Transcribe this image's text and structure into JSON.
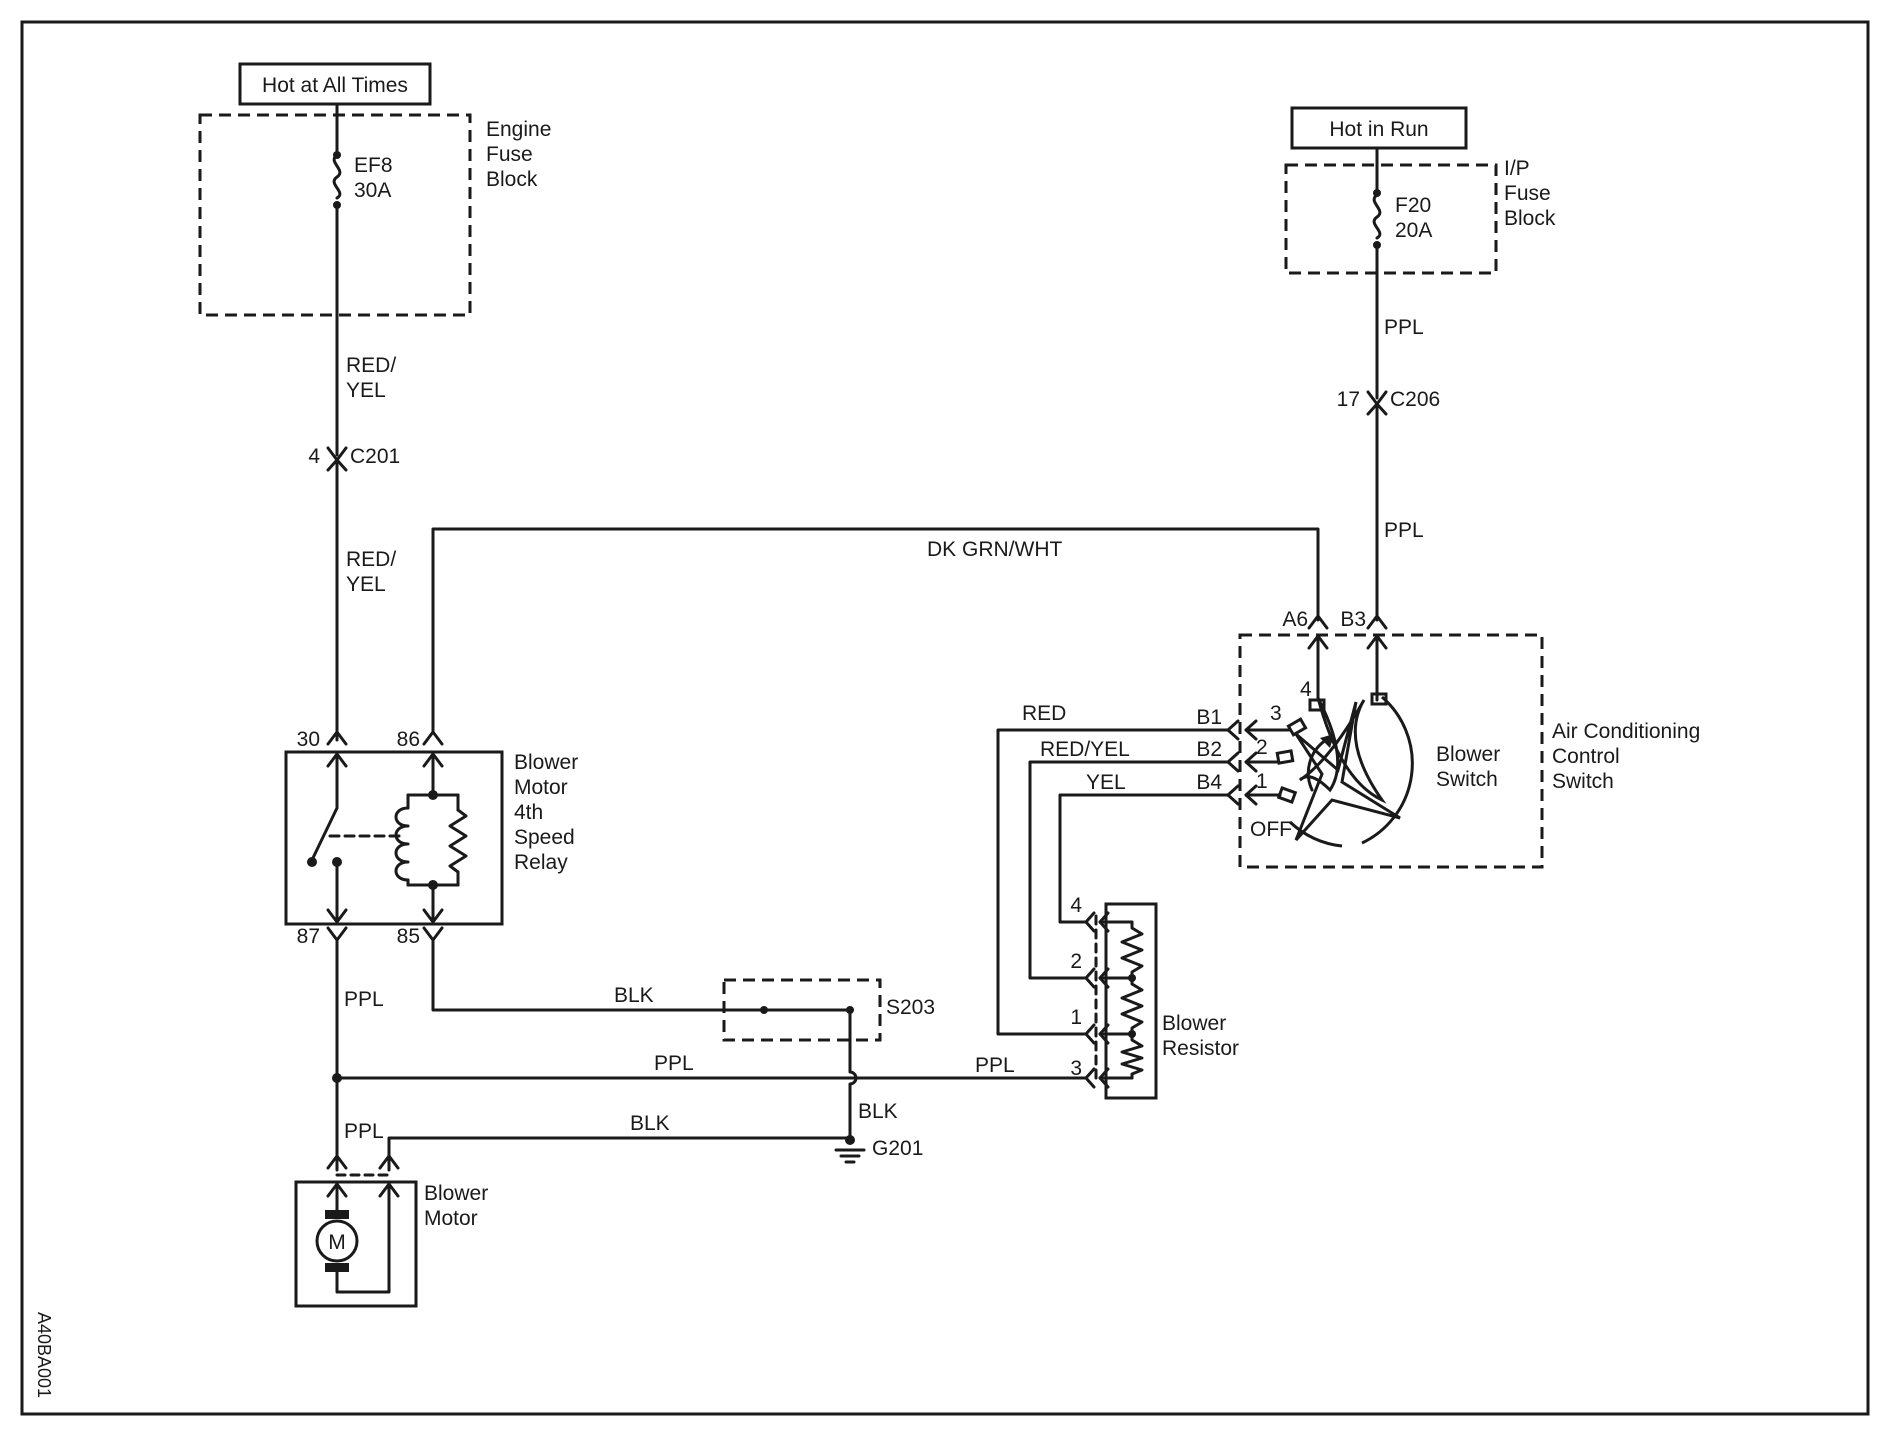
{
  "sources": {
    "hot_at_all_times": "Hot at All Times",
    "hot_in_run": "Hot in Run"
  },
  "engine_fuse_block": {
    "name_line1": "Engine",
    "name_line2": "Fuse",
    "name_line3": "Block",
    "fuse_id": "EF8",
    "fuse_rating": "30A"
  },
  "ip_fuse_block": {
    "name_line1": "I/P",
    "name_line2": "Fuse",
    "name_line3": "Block",
    "fuse_id": "F20",
    "fuse_rating": "20A"
  },
  "connectors": {
    "c201_pin": "4",
    "c201": "C201",
    "c206_pin": "17",
    "c206": "C206"
  },
  "wires": {
    "red_yel_1a": "RED/",
    "red_yel_1b": "YEL",
    "red_yel_2a": "RED/",
    "red_yel_2b": "YEL",
    "ppl_top": "PPL",
    "ppl_mid": "PPL",
    "dk_grn_wht": "DK GRN/WHT",
    "ppl_87": "PPL",
    "blk_85": "BLK",
    "ppl_bus_left": "PPL",
    "ppl_bus_right": "PPL",
    "blk_s203": "BLK",
    "ppl_motor": "PPL",
    "blk_ground": "BLK",
    "red": "RED",
    "red_yel": "RED/YEL",
    "yel": "YEL"
  },
  "relay": {
    "name_line1": "Blower",
    "name_line2": "Motor",
    "name_line3": "4th",
    "name_line4": "Speed",
    "name_line5": "Relay",
    "pin_30": "30",
    "pin_86": "86",
    "pin_87": "87",
    "pin_85": "85"
  },
  "ac_control_switch": {
    "name_line1": "Air Conditioning",
    "name_line2": "Control",
    "name_line3": "Switch",
    "blower_switch_line1": "Blower",
    "blower_switch_line2": "Switch",
    "pin_a6": "A6",
    "pin_b3": "B3",
    "pin_b1": "B1",
    "pin_b2": "B2",
    "pin_b4": "B4",
    "pos_3": "3",
    "pos_4": "4",
    "pos_2": "2",
    "pos_1": "1",
    "pos_off": "OFF"
  },
  "blower_resistor": {
    "name_line1": "Blower",
    "name_line2": "Resistor",
    "pin_4": "4",
    "pin_2": "2",
    "pin_1": "1",
    "pin_3": "3"
  },
  "splice": "S203",
  "ground": "G201",
  "blower_motor": {
    "name_line1": "Blower",
    "name_line2": "Motor",
    "symbol": "M"
  },
  "figure_id": "A40BA001"
}
